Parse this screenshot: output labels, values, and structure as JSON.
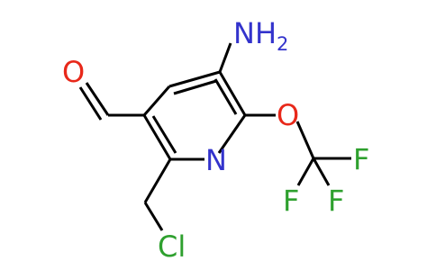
{
  "molecule": {
    "atoms": {
      "amine_n": {
        "text": "NH",
        "subscript": "2"
      },
      "oxygen_ether": {
        "text": "O"
      },
      "oxygen_carbonyl": {
        "text": "O"
      },
      "ring_nitrogen": {
        "text": "N"
      },
      "fluorine_1": {
        "text": "F"
      },
      "fluorine_2": {
        "text": "F"
      },
      "fluorine_3": {
        "text": "F"
      },
      "chlorine": {
        "text": "Cl"
      }
    },
    "colors": {
      "nitrogen": "#3333cc",
      "oxygen": "#e8281a",
      "fluorine": "#2ea02e",
      "chlorine": "#2ea02e",
      "bond": "#000000"
    }
  }
}
